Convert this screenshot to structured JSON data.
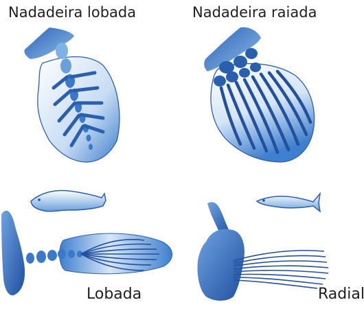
{
  "titles": {
    "lobed": "Nadadeira lobada",
    "rayed": "Nadadeira raiada"
  },
  "labels": {
    "lobed": "Lobada",
    "rayed": "Radial"
  },
  "colors": {
    "dark_blue": "#1f4fa0",
    "mid_blue": "#3f7fcf",
    "light_blue": "#bcd8f2",
    "background": "#ffffff"
  }
}
